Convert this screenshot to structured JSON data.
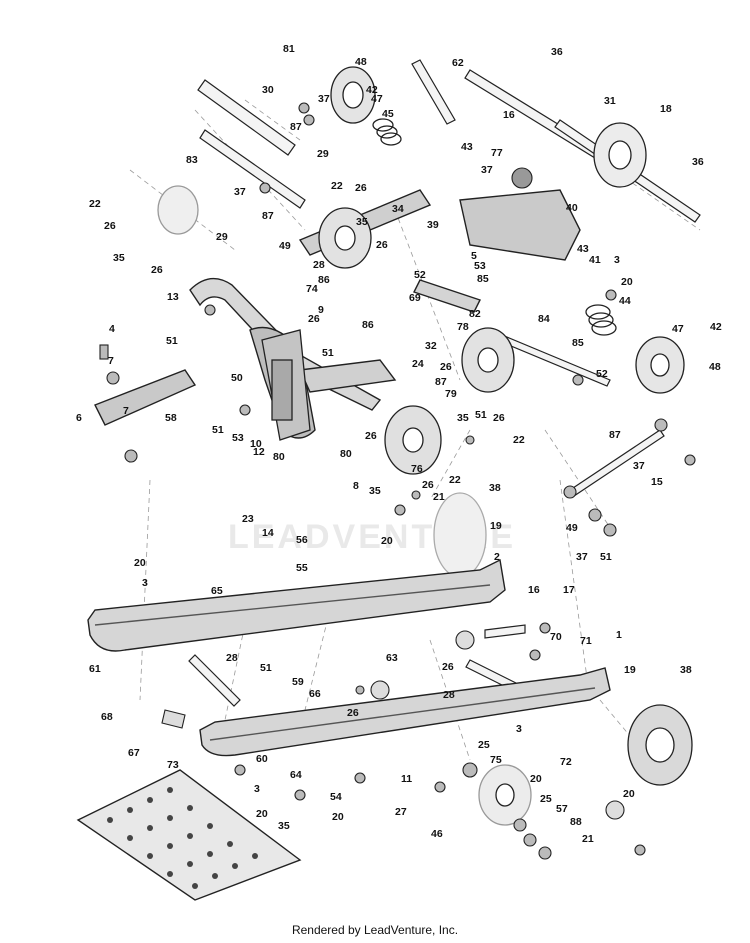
{
  "footer_text": "Rendered by LeadVenture, Inc.",
  "watermark_text": "LEADVENTURE",
  "part_labels": [
    "81",
    "30",
    "48",
    "62",
    "36",
    "42",
    "37",
    "47",
    "87",
    "45",
    "31",
    "18",
    "16",
    "83",
    "29",
    "43",
    "77",
    "37",
    "36",
    "22",
    "26",
    "37",
    "22",
    "34",
    "40",
    "87",
    "26",
    "35",
    "35",
    "29",
    "39",
    "26",
    "49",
    "52",
    "5",
    "3",
    "26",
    "28",
    "86",
    "53",
    "85",
    "41",
    "43",
    "20",
    "69",
    "74",
    "9",
    "26",
    "82",
    "44",
    "13",
    "84",
    "4",
    "51",
    "86",
    "51",
    "78",
    "32",
    "47",
    "42",
    "26",
    "85",
    "7",
    "50",
    "24",
    "52",
    "48",
    "87",
    "79",
    "35",
    "51",
    "26",
    "22",
    "6",
    "7",
    "58",
    "51",
    "53",
    "26",
    "10",
    "80",
    "12",
    "80",
    "76",
    "26",
    "8",
    "35",
    "22",
    "87",
    "37",
    "15",
    "21",
    "38",
    "49",
    "37",
    "51",
    "20",
    "19",
    "23",
    "14",
    "56",
    "2",
    "20",
    "3",
    "55",
    "65",
    "16",
    "17",
    "61",
    "51",
    "28",
    "70",
    "71",
    "1",
    "63",
    "26",
    "59",
    "66",
    "28",
    "19",
    "38",
    "68",
    "26",
    "67",
    "3",
    "25",
    "60",
    "75",
    "73",
    "11",
    "20",
    "72",
    "3",
    "64",
    "20",
    "20",
    "54",
    "27",
    "25",
    "57",
    "88",
    "35",
    "46",
    "21",
    "20"
  ]
}
